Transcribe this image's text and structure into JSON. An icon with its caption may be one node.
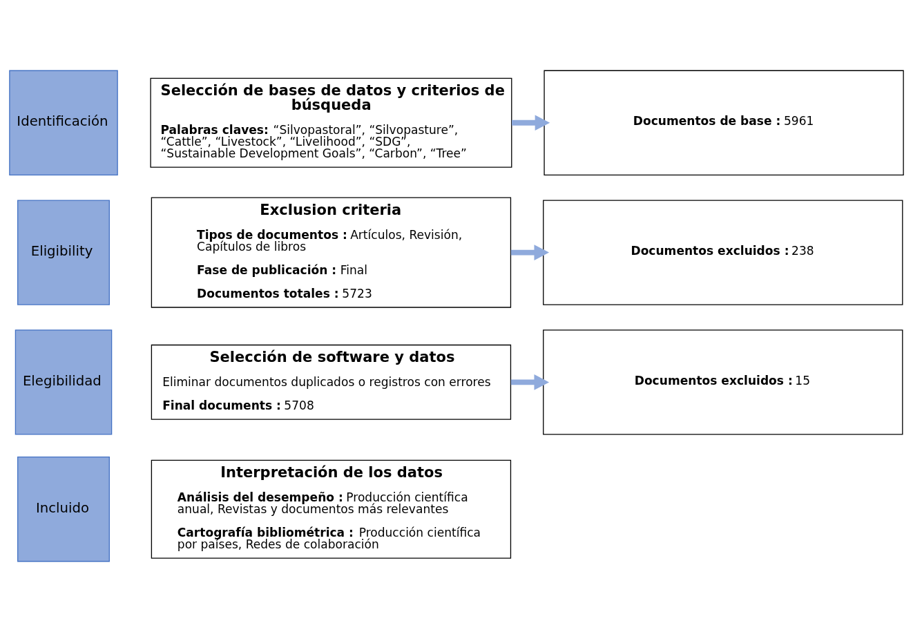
{
  "diagram": {
    "nodes": [
      {
        "text": [
          "Identificación"
        ]
      },
      {
        "text": [
          "Selección de bases de datos y criterios de búsqueda",
          "**Palabras claves:** “Silvopastoral”, “Silvopasture”, “Cattle”, “Livestock”, “Livelihood”, “SDG”, “Sustainable Development Goals”, “Carbon”, “Tree”"
        ]
      },
      {
        "text": [
          "**Documentos de base :** 5961"
        ]
      },
      {
        "text": [
          "Eligibility"
        ]
      },
      {
        "text": [
          "Exclusion criteria",
          "**Tipos de documentos :** Artículos, Revisión, Capítulos de libros",
          "**Fase de publicación :** Final",
          "**Documentos totales :** 5723"
        ]
      },
      {
        "text": [
          "**Documentos excluidos :** 238"
        ]
      },
      {
        "text": [
          "Elegibilidad"
        ]
      },
      {
        "text": [
          "Selección de software y datos",
          "Eliminar documentos duplicados o registros con errores",
          "**Final documents :** 5708"
        ]
      },
      {
        "text": [
          "**Documentos excluidos :** 15"
        ]
      },
      {
        "text": [
          "Incluido"
        ]
      },
      {
        "text": [
          "Interpretación de los datos",
          "**Análisis del desempeño :** Producción científica anual, Revistas y documentos más relevantes",
          "**Cartografía bibliométrica :** Producción científica por países, Redes de colaboración"
        ]
      }
    ],
    "edges": [
      {
        "from": 1,
        "to": 2,
        "arrow": "to"
      },
      {
        "from": 4,
        "to": 5,
        "arrow": "to"
      },
      {
        "from": 7,
        "to": 8,
        "arrow": "to"
      }
    ]
  }
}
